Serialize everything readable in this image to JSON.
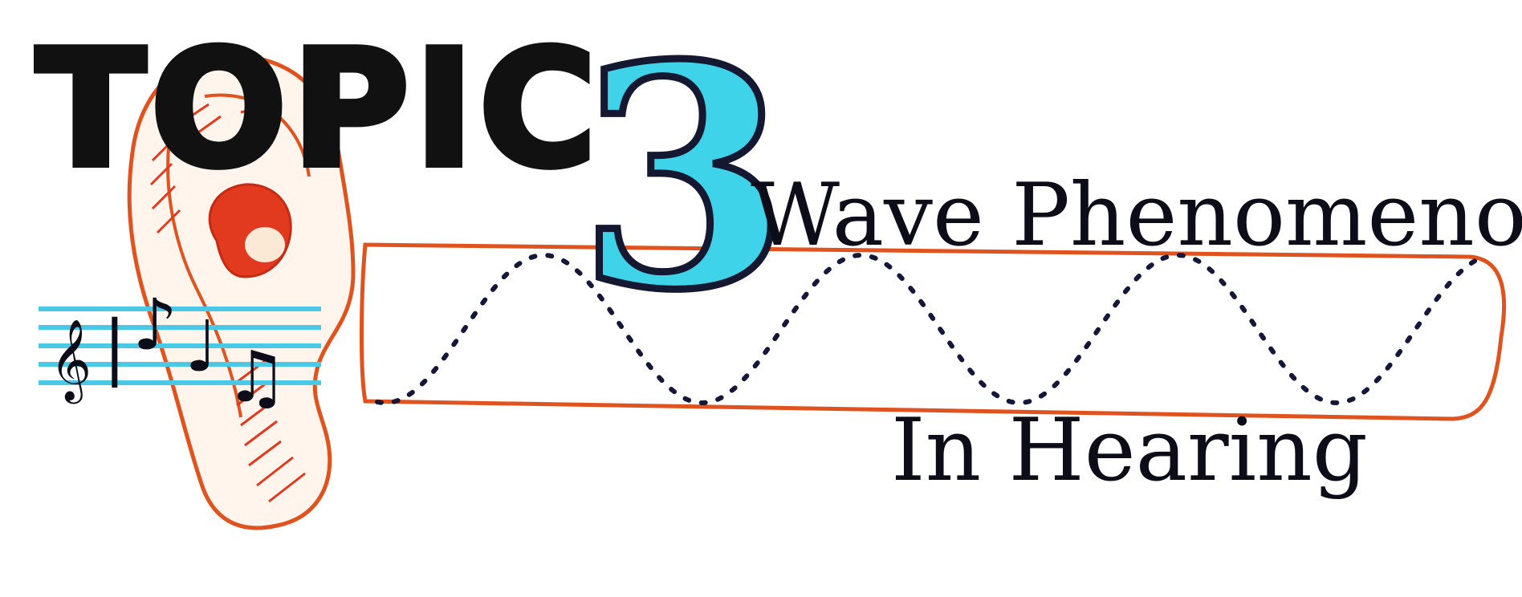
{
  "title": {
    "topic_word": "TOPIC",
    "topic_number": "3",
    "line1": "Wave Phenomenon",
    "line2": "In Hearing"
  },
  "music_notes": {
    "treble_clef": "𝄞",
    "bar_line": "|",
    "eighth_note": "♪",
    "quarter_note": "♩",
    "beamed_notes": "♫"
  },
  "colors": {
    "ink": "#0d0d1a",
    "topic_fill": "#111111",
    "number_fill": "#3fd3ea",
    "number_outline": "#141830",
    "ear_outline": "#e0531e",
    "ear_hatch": "#e23a1e",
    "tube_outline": "#e0531e",
    "staff_lines": "#49c9e6",
    "wave_dots": "#14163a"
  },
  "icons": {
    "ear": "ear-icon",
    "wave": "sine-wave-icon",
    "staff": "music-staff-icon"
  }
}
